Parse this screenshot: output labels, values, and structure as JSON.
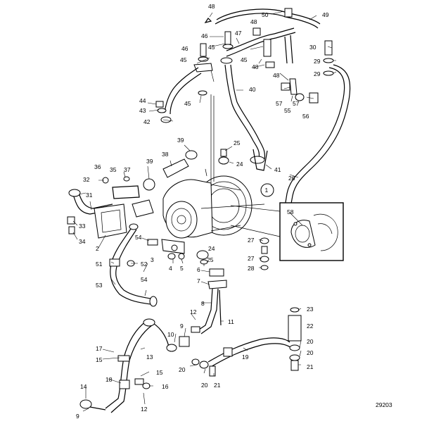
{
  "drawing_number": "29203",
  "parts": [
    "1",
    "2",
    "3",
    "4",
    "5",
    "6",
    "7",
    "8",
    "9",
    "10",
    "11",
    "12",
    "13",
    "14",
    "15",
    "16",
    "17",
    "18",
    "19",
    "20",
    "21",
    "22",
    "23",
    "24",
    "25",
    "26",
    "27",
    "28",
    "29",
    "30",
    "31",
    "32",
    "33",
    "34",
    "35",
    "36",
    "37",
    "38",
    "39",
    "40",
    "41",
    "42",
    "43",
    "44",
    "45",
    "46",
    "47",
    "48",
    "49",
    "50",
    "51",
    "52",
    "53",
    "54",
    "55",
    "56",
    "57",
    "58"
  ],
  "callout_label": "1",
  "detail_label": "58",
  "colors": {
    "line": "#000000",
    "background": "#ffffff"
  }
}
